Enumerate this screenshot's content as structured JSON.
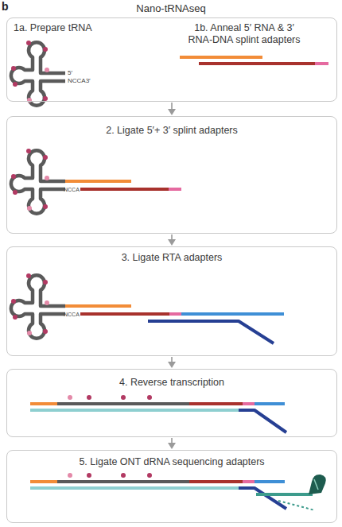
{
  "diagram": {
    "title": "Nano-tRNAseq",
    "nodes": [
      {
        "text": [
          "1a. Prepare tRNA",
          "1b. Anneal 5′ RNA & 3′ RNA-DNA splint adapters"
        ]
      },
      {
        "text": [
          "2. Ligate 5′+ 3′ splint adapters"
        ]
      },
      {
        "text": [
          "3. Ligate RTA adapters"
        ]
      },
      {
        "text": [
          "4. Reverse transcription"
        ]
      },
      {
        "text": [
          "5. Ligate ONT dRNA sequencing adapters"
        ]
      }
    ],
    "edges": [
      {
        "from": 0,
        "to": 1,
        "arrow": "to"
      },
      {
        "from": 1,
        "to": 2,
        "arrow": "to"
      },
      {
        "from": 2,
        "to": 3,
        "arrow": "to"
      },
      {
        "from": 3,
        "to": 4,
        "arrow": "to"
      }
    ],
    "labels": [
      "b",
      "5′",
      "NCCA3′",
      "NCCA",
      "NCCA"
    ]
  }
}
